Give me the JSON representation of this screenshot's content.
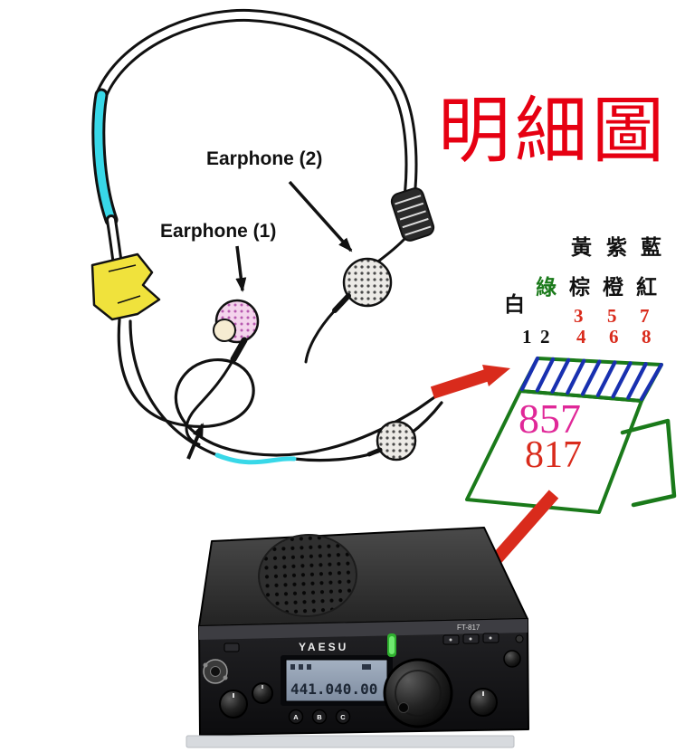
{
  "title": "明細圖",
  "headset": {
    "earphone2_label": "Earphone (2)",
    "earphone1_label": "Earphone (1)"
  },
  "connector": {
    "colors": {
      "white": "白",
      "green": "綠",
      "brown": "棕",
      "orange": "橙",
      "red": "紅",
      "yellow": "黃",
      "purple": "紫",
      "blue": "藍"
    },
    "pins_black": [
      "1",
      "2"
    ],
    "pins_red_top": [
      "3",
      "5",
      "7"
    ],
    "pins_red_bottom": [
      "4",
      "6",
      "8"
    ],
    "model_top": "857",
    "model_bottom": "817"
  },
  "radio": {
    "brand": "YAESU",
    "model_text": "FT-817",
    "display_frequency": "441.040.00",
    "buttons": [
      "A",
      "B",
      "C"
    ]
  },
  "palette": {
    "accent_red": "#d92b1c",
    "magenta": "#e02898",
    "marker_green": "#1a7a1a",
    "pin_blue": "#1830b0",
    "cyan": "#38d8e8",
    "clip_yellow": "#f0e23c"
  }
}
